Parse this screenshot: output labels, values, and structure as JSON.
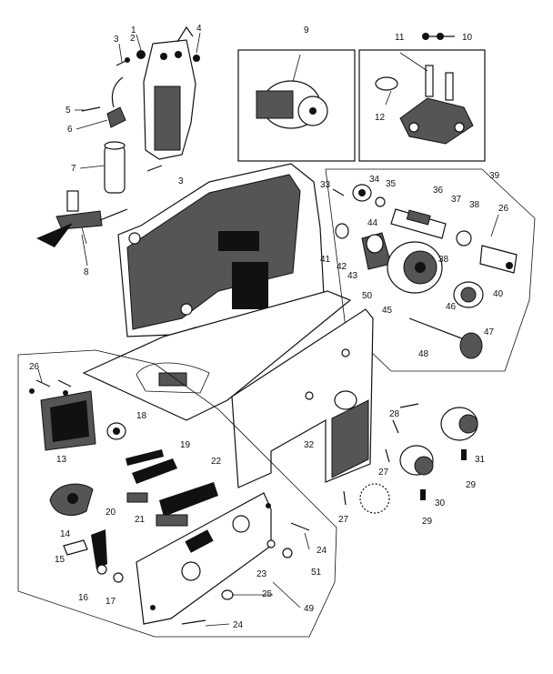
{
  "diagram": {
    "labels": [
      {
        "id": "l1",
        "text": "1"
      },
      {
        "id": "l2",
        "text": "2"
      },
      {
        "id": "l3a",
        "text": "3"
      },
      {
        "id": "l3b",
        "text": "3"
      },
      {
        "id": "l4",
        "text": "4"
      },
      {
        "id": "l5",
        "text": "5"
      },
      {
        "id": "l6",
        "text": "6"
      },
      {
        "id": "l7",
        "text": "7"
      },
      {
        "id": "l8",
        "text": "8"
      },
      {
        "id": "l9",
        "text": "9"
      },
      {
        "id": "l10",
        "text": "10"
      },
      {
        "id": "l11",
        "text": "11"
      },
      {
        "id": "l12",
        "text": "12"
      },
      {
        "id": "l13",
        "text": "13"
      },
      {
        "id": "l14",
        "text": "14"
      },
      {
        "id": "l15",
        "text": "15"
      },
      {
        "id": "l16",
        "text": "16"
      },
      {
        "id": "l17",
        "text": "17"
      },
      {
        "id": "l18",
        "text": "18"
      },
      {
        "id": "l19",
        "text": "19"
      },
      {
        "id": "l20",
        "text": "20"
      },
      {
        "id": "l21",
        "text": "21"
      },
      {
        "id": "l22",
        "text": "22"
      },
      {
        "id": "l23",
        "text": "23"
      },
      {
        "id": "l24a",
        "text": "24"
      },
      {
        "id": "l24b",
        "text": "24"
      },
      {
        "id": "l25",
        "text": "25"
      },
      {
        "id": "l26a",
        "text": "26"
      },
      {
        "id": "l26b",
        "text": "26"
      },
      {
        "id": "l27a",
        "text": "27"
      },
      {
        "id": "l27b",
        "text": "27"
      },
      {
        "id": "l28",
        "text": "28"
      },
      {
        "id": "l29a",
        "text": "29"
      },
      {
        "id": "l29b",
        "text": "29"
      },
      {
        "id": "l30",
        "text": "30"
      },
      {
        "id": "l31",
        "text": "31"
      },
      {
        "id": "l32",
        "text": "32"
      },
      {
        "id": "l33",
        "text": "33"
      },
      {
        "id": "l34",
        "text": "34"
      },
      {
        "id": "l35",
        "text": "35"
      },
      {
        "id": "l36",
        "text": "36"
      },
      {
        "id": "l37",
        "text": "37"
      },
      {
        "id": "l38a",
        "text": "38"
      },
      {
        "id": "l38b",
        "text": "38"
      },
      {
        "id": "l39",
        "text": "39"
      },
      {
        "id": "l40",
        "text": "40"
      },
      {
        "id": "l41",
        "text": "41"
      },
      {
        "id": "l42",
        "text": "42"
      },
      {
        "id": "l43",
        "text": "43"
      },
      {
        "id": "l44",
        "text": "44"
      },
      {
        "id": "l45",
        "text": "45"
      },
      {
        "id": "l46",
        "text": "46"
      },
      {
        "id": "l47",
        "text": "47"
      },
      {
        "id": "l48",
        "text": "48"
      },
      {
        "id": "l49",
        "text": "49"
      },
      {
        "id": "l50",
        "text": "50"
      },
      {
        "id": "l51",
        "text": "51"
      }
    ]
  }
}
